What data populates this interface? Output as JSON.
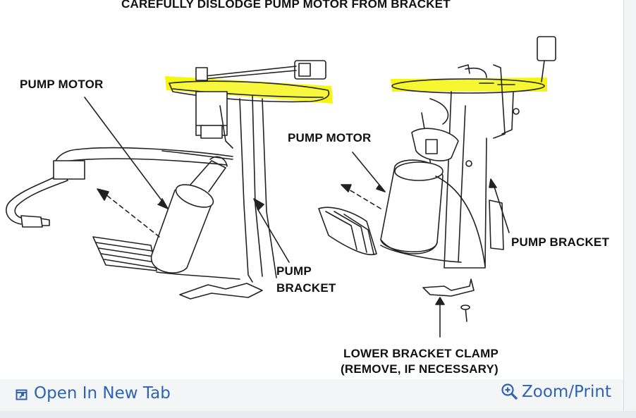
{
  "diagram": {
    "title": "CAREFULLY DISLODGE PUMP MOTOR FROM BRACKET",
    "left": {
      "pump_motor_label": "PUMP MOTOR",
      "pump_bracket_label_line1": "PUMP",
      "pump_bracket_label_line2": "BRACKET"
    },
    "right": {
      "pump_motor_label": "PUMP MOTOR",
      "pump_bracket_label": "PUMP BRACKET",
      "clamp_label_line1": "LOWER BRACKET CLAMP",
      "clamp_label_line2": "(REMOVE, IF NECESSARY)"
    },
    "highlight_color": "#f5f500"
  },
  "footer": {
    "open_tab_label": "Open In New Tab",
    "open_tab_icon": "open-in-new-tab-icon",
    "zoom_label": "Zoom/Print",
    "zoom_icon": "zoom-in-icon",
    "link_color": "#2d63b0"
  }
}
